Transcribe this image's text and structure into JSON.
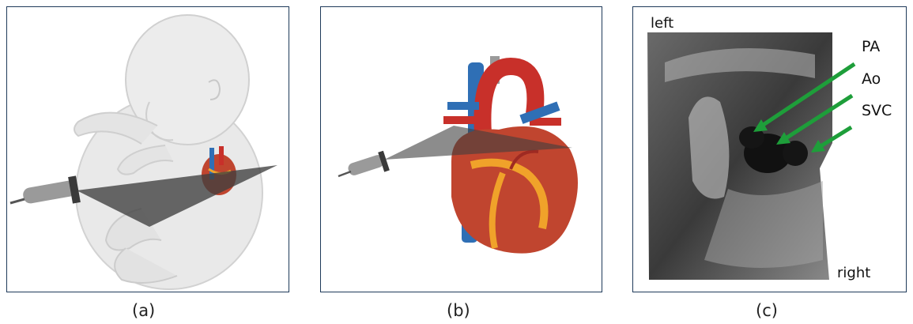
{
  "panels": [
    {
      "id": "a",
      "caption": "(a)"
    },
    {
      "id": "b",
      "caption": "(b)"
    },
    {
      "id": "c",
      "caption": "(c)"
    }
  ],
  "ultrasound": {
    "orientation_top": "left",
    "orientation_bottom": "right",
    "labels": [
      "PA",
      "Ao",
      "SVC"
    ],
    "arrow_color": "#1e9e3a"
  },
  "colors": {
    "border": "#1f3a5a",
    "vein_blue": "#2f6fb5",
    "artery_red": "#c8302a",
    "heart_muscle": "#c0452f",
    "fat_yellow": "#f0a22a",
    "fetus_gray": "#e6e6e6",
    "beam_gray": "#4a4a4a"
  }
}
